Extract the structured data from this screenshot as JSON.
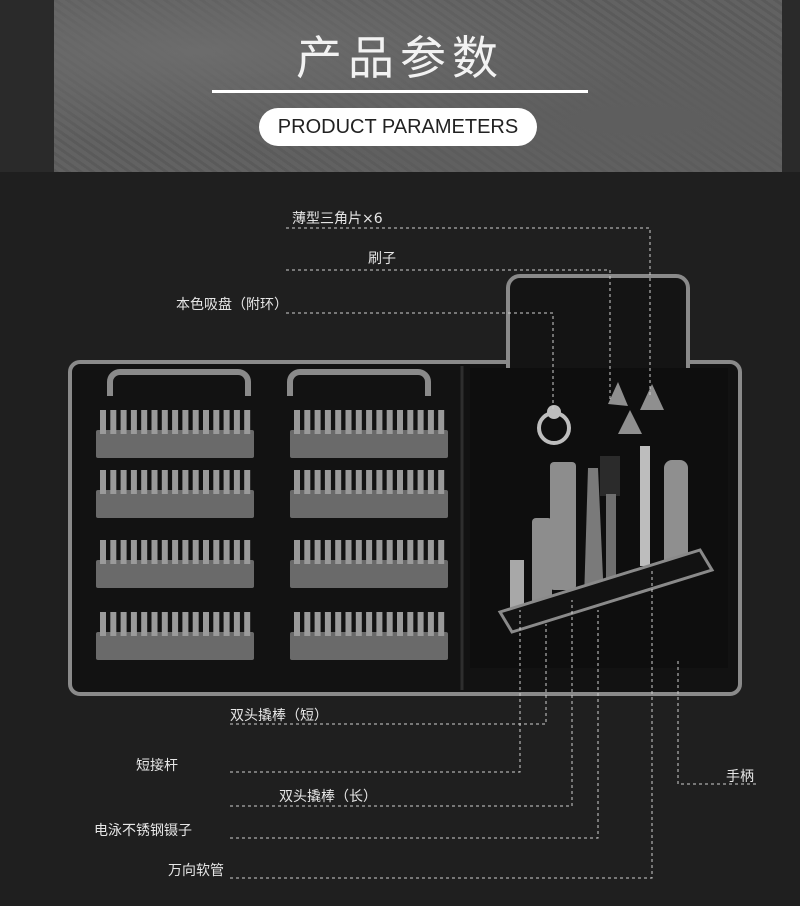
{
  "header": {
    "title": "产品参数",
    "subtitle": "PRODUCT PARAMETERS"
  },
  "callouts": {
    "thin_triangle": "薄型三角片×6",
    "brush": "刷子",
    "suction_cup": "本色吸盘（附环）",
    "pry_bar_short": "双头撬棒（短）",
    "short_rod": "短接杆",
    "pry_bar_long": "双头撬棒（长）",
    "tweezers": "电泳不锈钢镊子",
    "flex_shaft": "万向软管",
    "handle": "手柄"
  },
  "colors": {
    "background": "#1f1f1f",
    "label": "#e6e6e6",
    "leader": "#cfcfcf",
    "case_trim": "#8a8a8a",
    "case_body": "#141414",
    "bit": "#9a9a9a"
  }
}
